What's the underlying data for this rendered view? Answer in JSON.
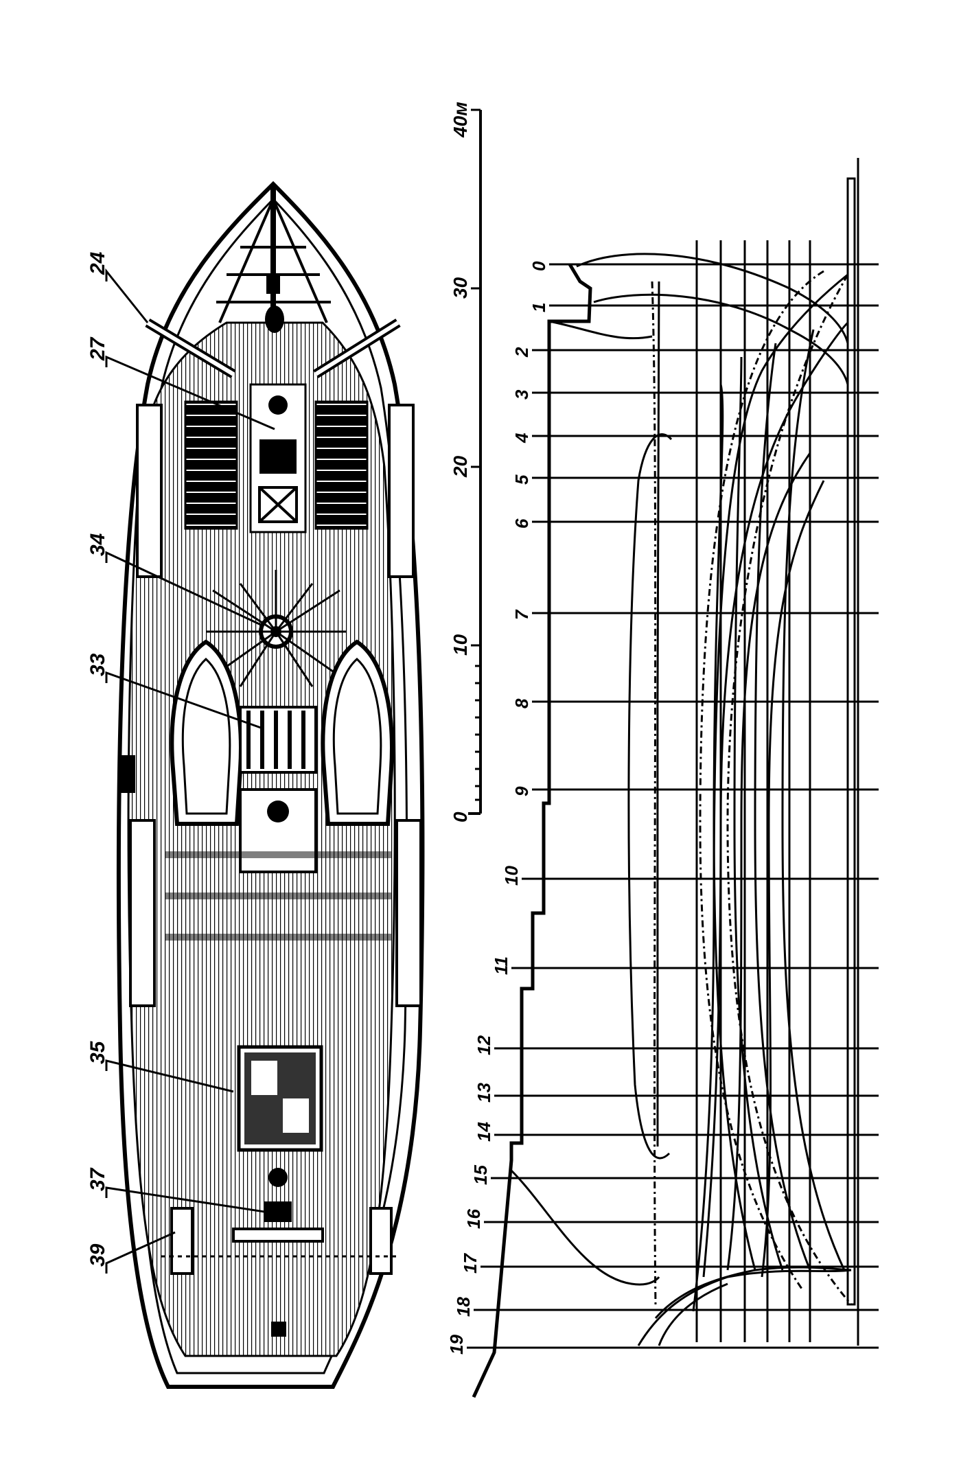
{
  "callouts": [
    "24",
    "27",
    "34",
    "33",
    "35",
    "37",
    "39"
  ],
  "scale": {
    "ticks": [
      "0",
      "10",
      "20",
      "30",
      "40м"
    ]
  },
  "stations": [
    "0",
    "1",
    "2",
    "3",
    "4",
    "5",
    "6",
    "7",
    "8",
    "9",
    "10",
    "11",
    "12",
    "13",
    "14",
    "15",
    "16",
    "17",
    "18",
    "19"
  ],
  "colors": {
    "ink": "#000000",
    "paper": "#ffffff",
    "deck": "#9a9a9a"
  }
}
